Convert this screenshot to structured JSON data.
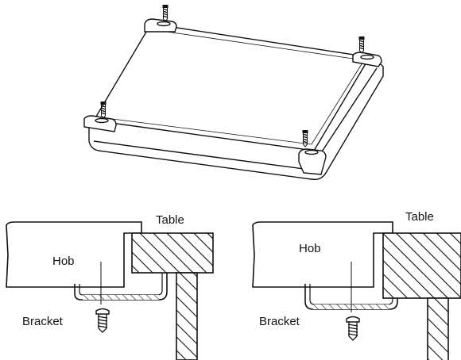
{
  "left_section": {
    "hob_label": "Hob",
    "table_label": "Table",
    "bracket_label": "Bracket"
  },
  "right_section": {
    "hob_label": "Hob",
    "table_label": "Table",
    "bracket_label": "Bracket"
  },
  "colors": {
    "line": "#111111",
    "background": "#ffffff"
  }
}
